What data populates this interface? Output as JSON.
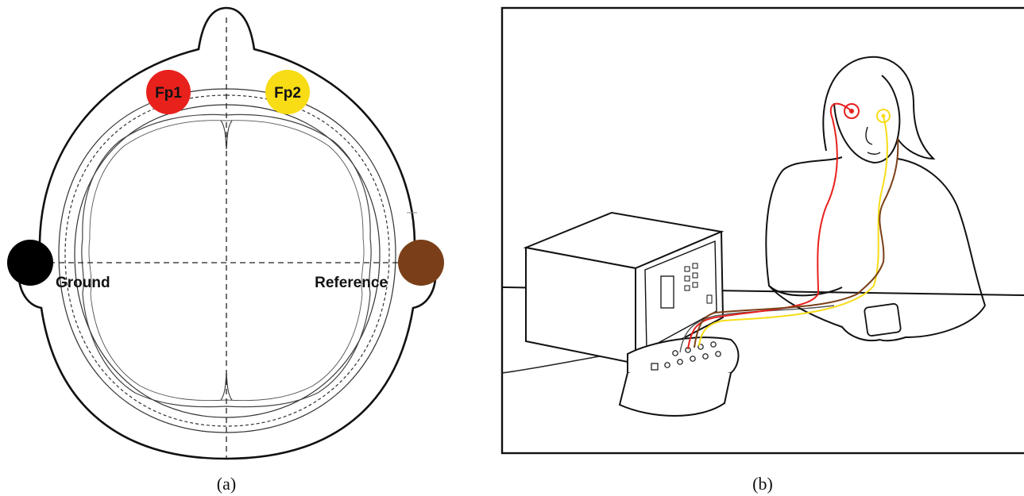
{
  "panel_a": {
    "caption": "(a)",
    "electrodes": [
      {
        "label": "Fp1",
        "color": "#e8211d"
      },
      {
        "label": "Fp2",
        "color": "#f7dc16"
      },
      {
        "label": "Ground",
        "color": "#000000"
      },
      {
        "label": "Reference",
        "color": "#7a3f18"
      }
    ]
  },
  "panel_b": {
    "caption": "(b)",
    "lead_colors": {
      "fp1": "#e8211d",
      "fp2": "#f7dc16",
      "reference": "#7a3f18"
    }
  }
}
